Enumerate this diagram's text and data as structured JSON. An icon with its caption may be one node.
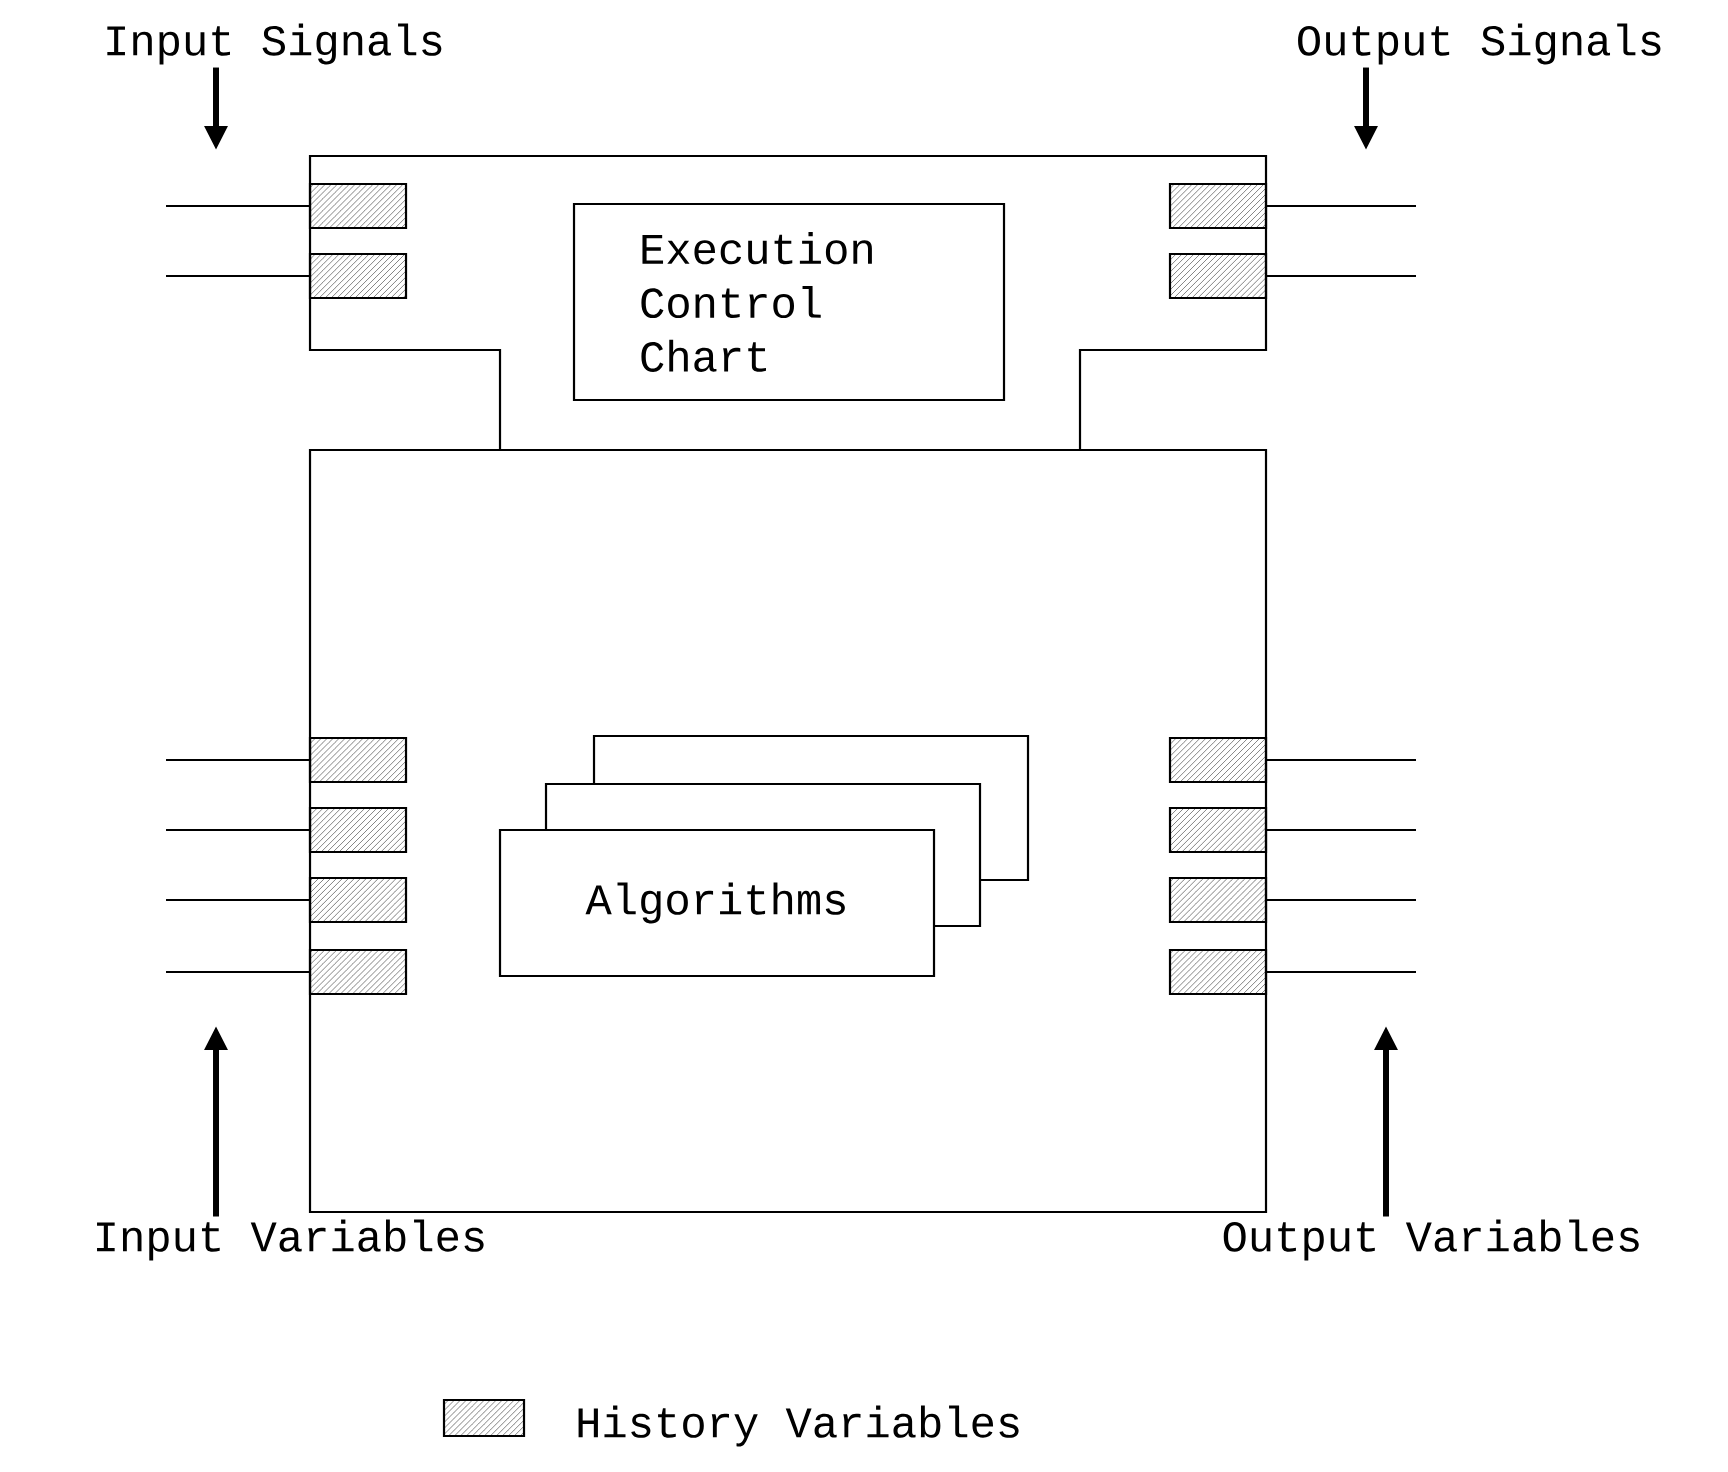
{
  "diagram": {
    "nodes": [
      {
        "text": [],
        "shape": "box"
      },
      {
        "text": [
          "Execution Control Chart"
        ],
        "in": 0
      },
      {
        "text": [
          "Algorithms"
        ],
        "in": 0
      },
      {
        "text": [
          "Input Signals"
        ]
      },
      {
        "text": [
          "Output Signals"
        ]
      },
      {
        "text": [
          "Input Variables"
        ]
      },
      {
        "text": [
          "Output Variables"
        ]
      }
    ],
    "edges": [
      {
        "from": 3,
        "to": null,
        "arrow": "to"
      },
      {
        "from": 4,
        "to": null,
        "arrow": "to"
      },
      {
        "from": 5,
        "to": null,
        "arrow": "to"
      },
      {
        "from": 6,
        "to": null,
        "arrow": "to"
      }
    ],
    "legend": [
      {
        "text": "History Variables"
      }
    ]
  }
}
